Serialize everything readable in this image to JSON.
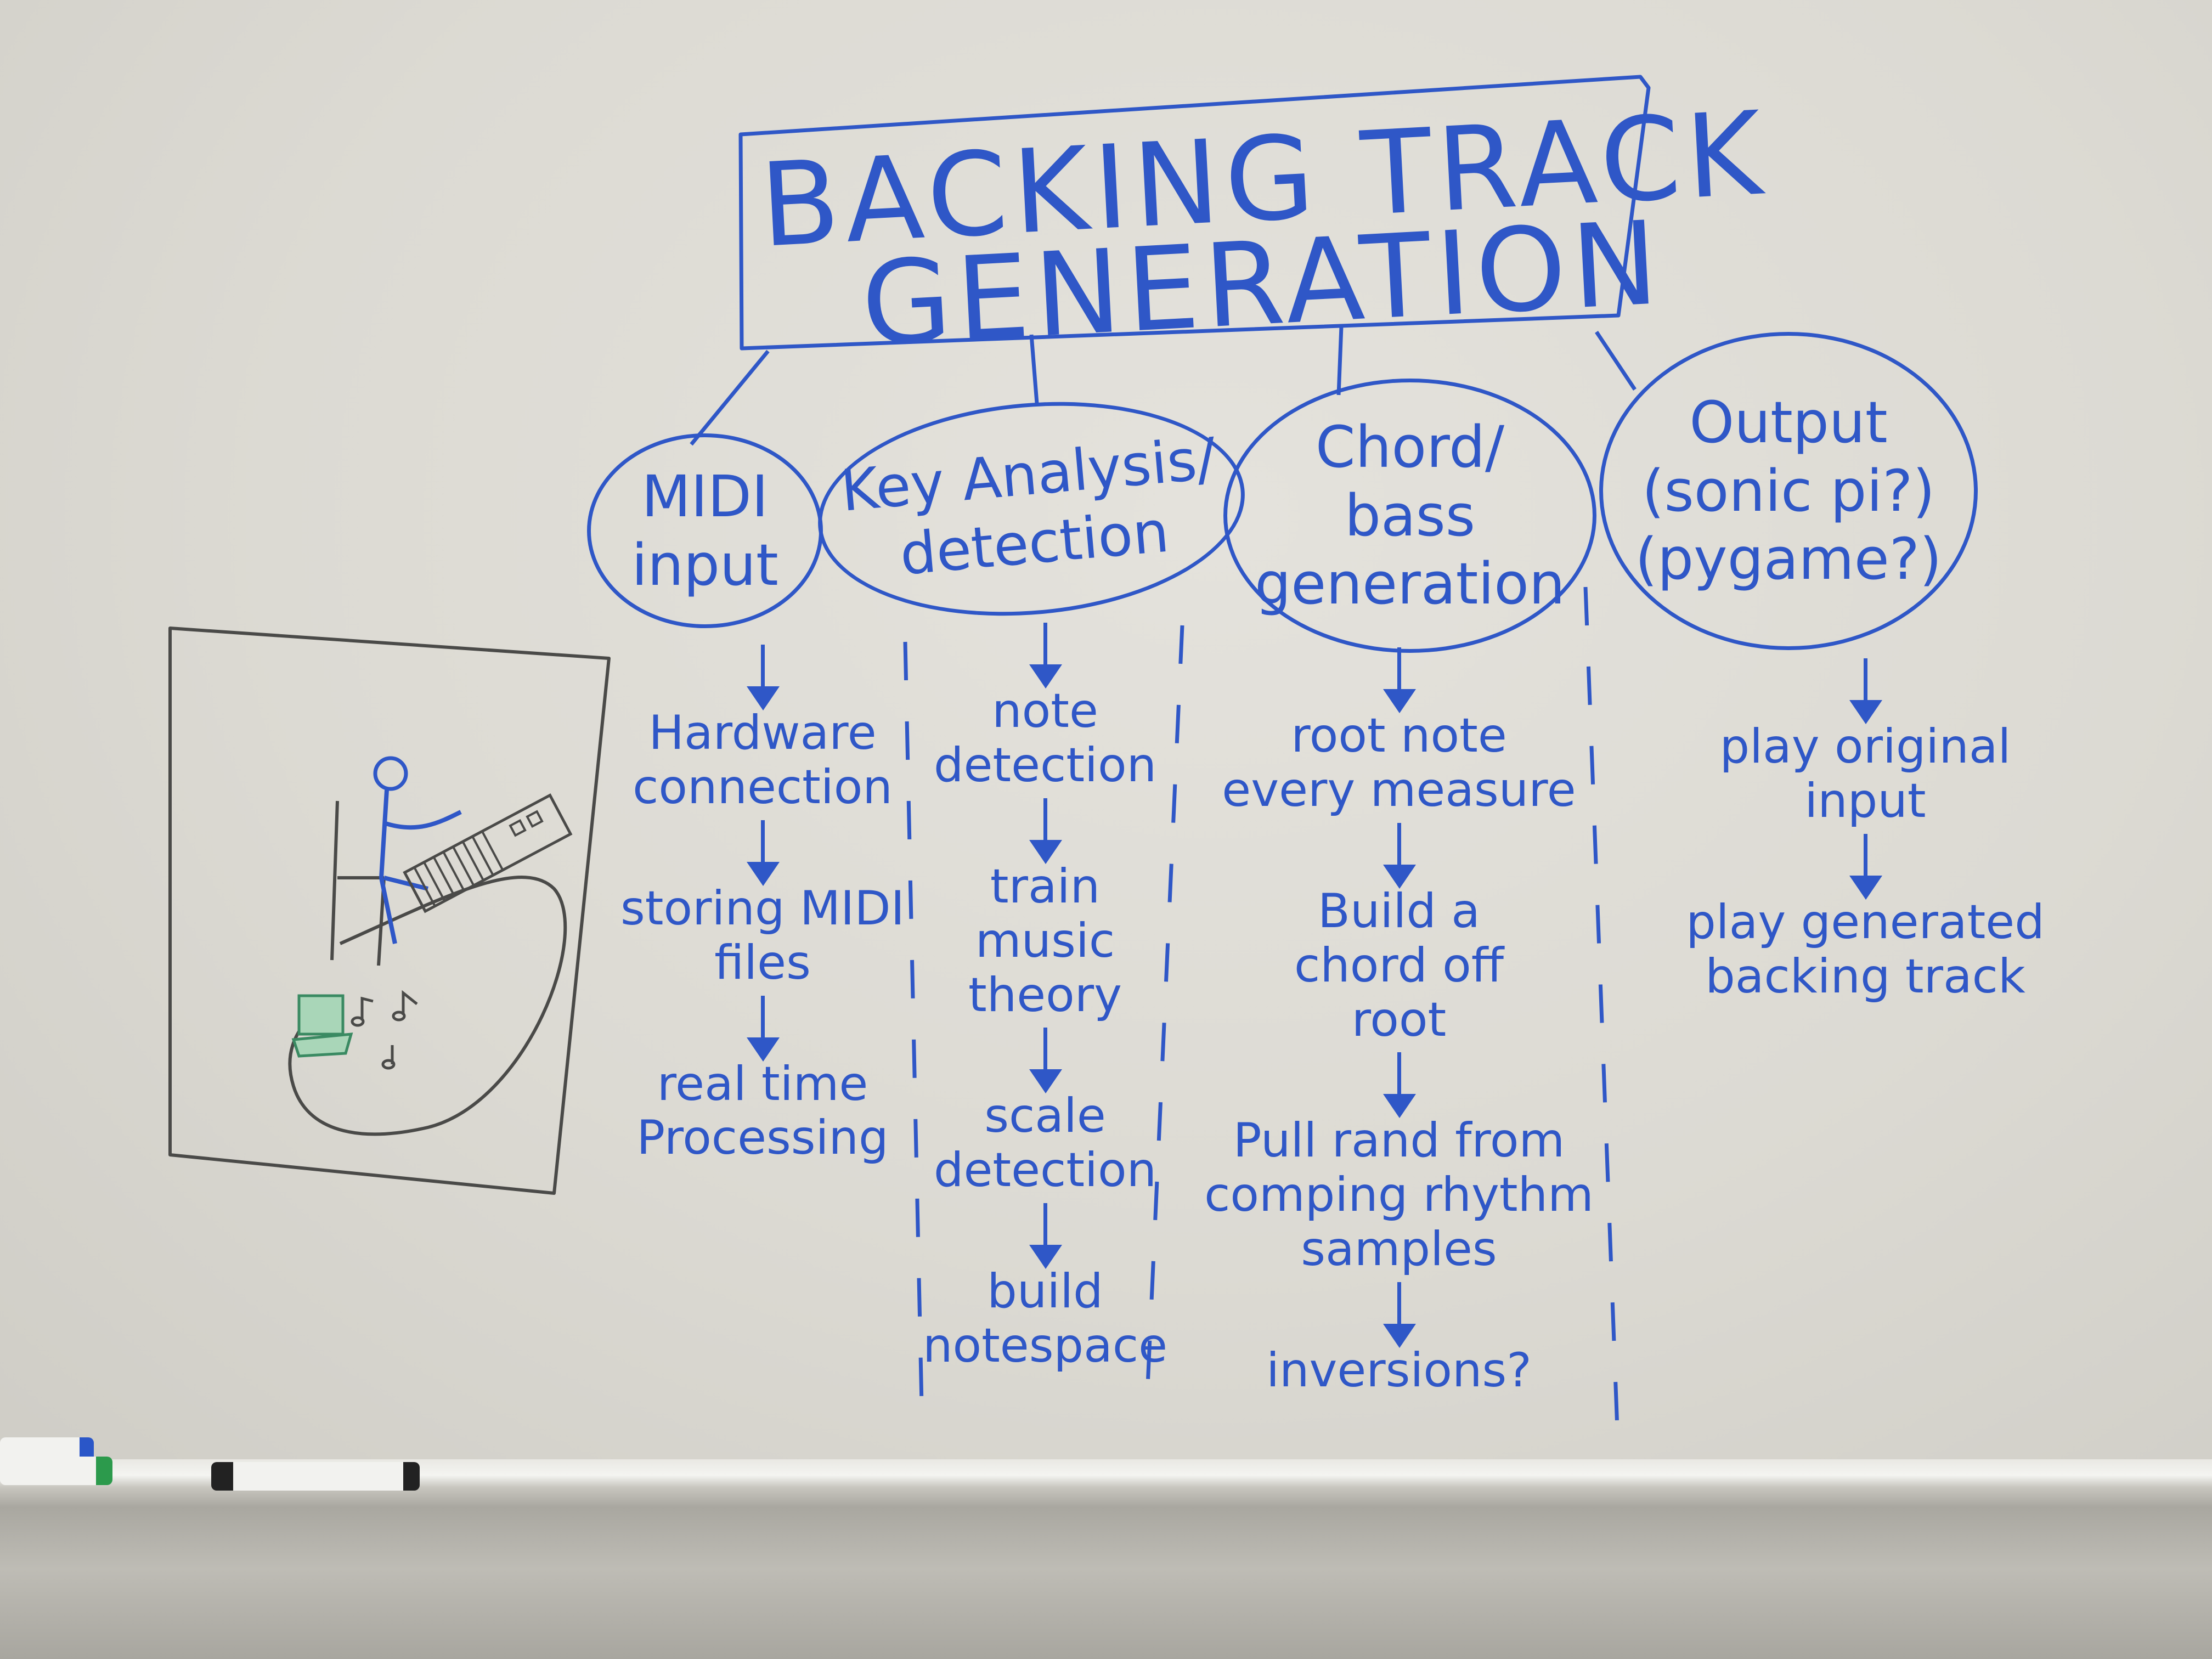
{
  "title": [
    "BACKING TRACK",
    "GENERATION"
  ],
  "nodes": [
    {
      "lines": [
        "MIDI",
        "input"
      ]
    },
    {
      "lines": [
        "Key Analysis/",
        "detection"
      ]
    },
    {
      "lines": [
        "Chord/",
        "bass",
        "generation"
      ]
    },
    {
      "lines": [
        "Output",
        "(sonic pi?)",
        "(pygame?)"
      ]
    }
  ],
  "columns": [
    {
      "steps": [
        [
          "Hardware",
          "connection"
        ],
        [
          "storing MIDI",
          "files"
        ],
        [
          "real time",
          "Processing"
        ]
      ]
    },
    {
      "steps": [
        [
          "note",
          "detection"
        ],
        [
          "train",
          "music",
          "theory"
        ],
        [
          "scale",
          "detection"
        ],
        [
          "build",
          "notespace"
        ]
      ]
    },
    {
      "steps": [
        [
          "root note",
          "every measure"
        ],
        [
          "Build a",
          "chord off",
          "root"
        ],
        [
          "Pull rand from",
          "comping rhythm",
          "samples"
        ],
        [
          "inversions?"
        ]
      ]
    },
    {
      "steps": [
        [
          "play original",
          "input"
        ],
        [
          "play generated",
          "backing track"
        ]
      ]
    }
  ],
  "colors": {
    "ink": "#2f57c7",
    "sketch": "#4a4a48",
    "board": "#dddbd4"
  },
  "icons": [
    "person-at-keyboard-sketch",
    "music-note-icon",
    "midi-keyboard-icon"
  ]
}
